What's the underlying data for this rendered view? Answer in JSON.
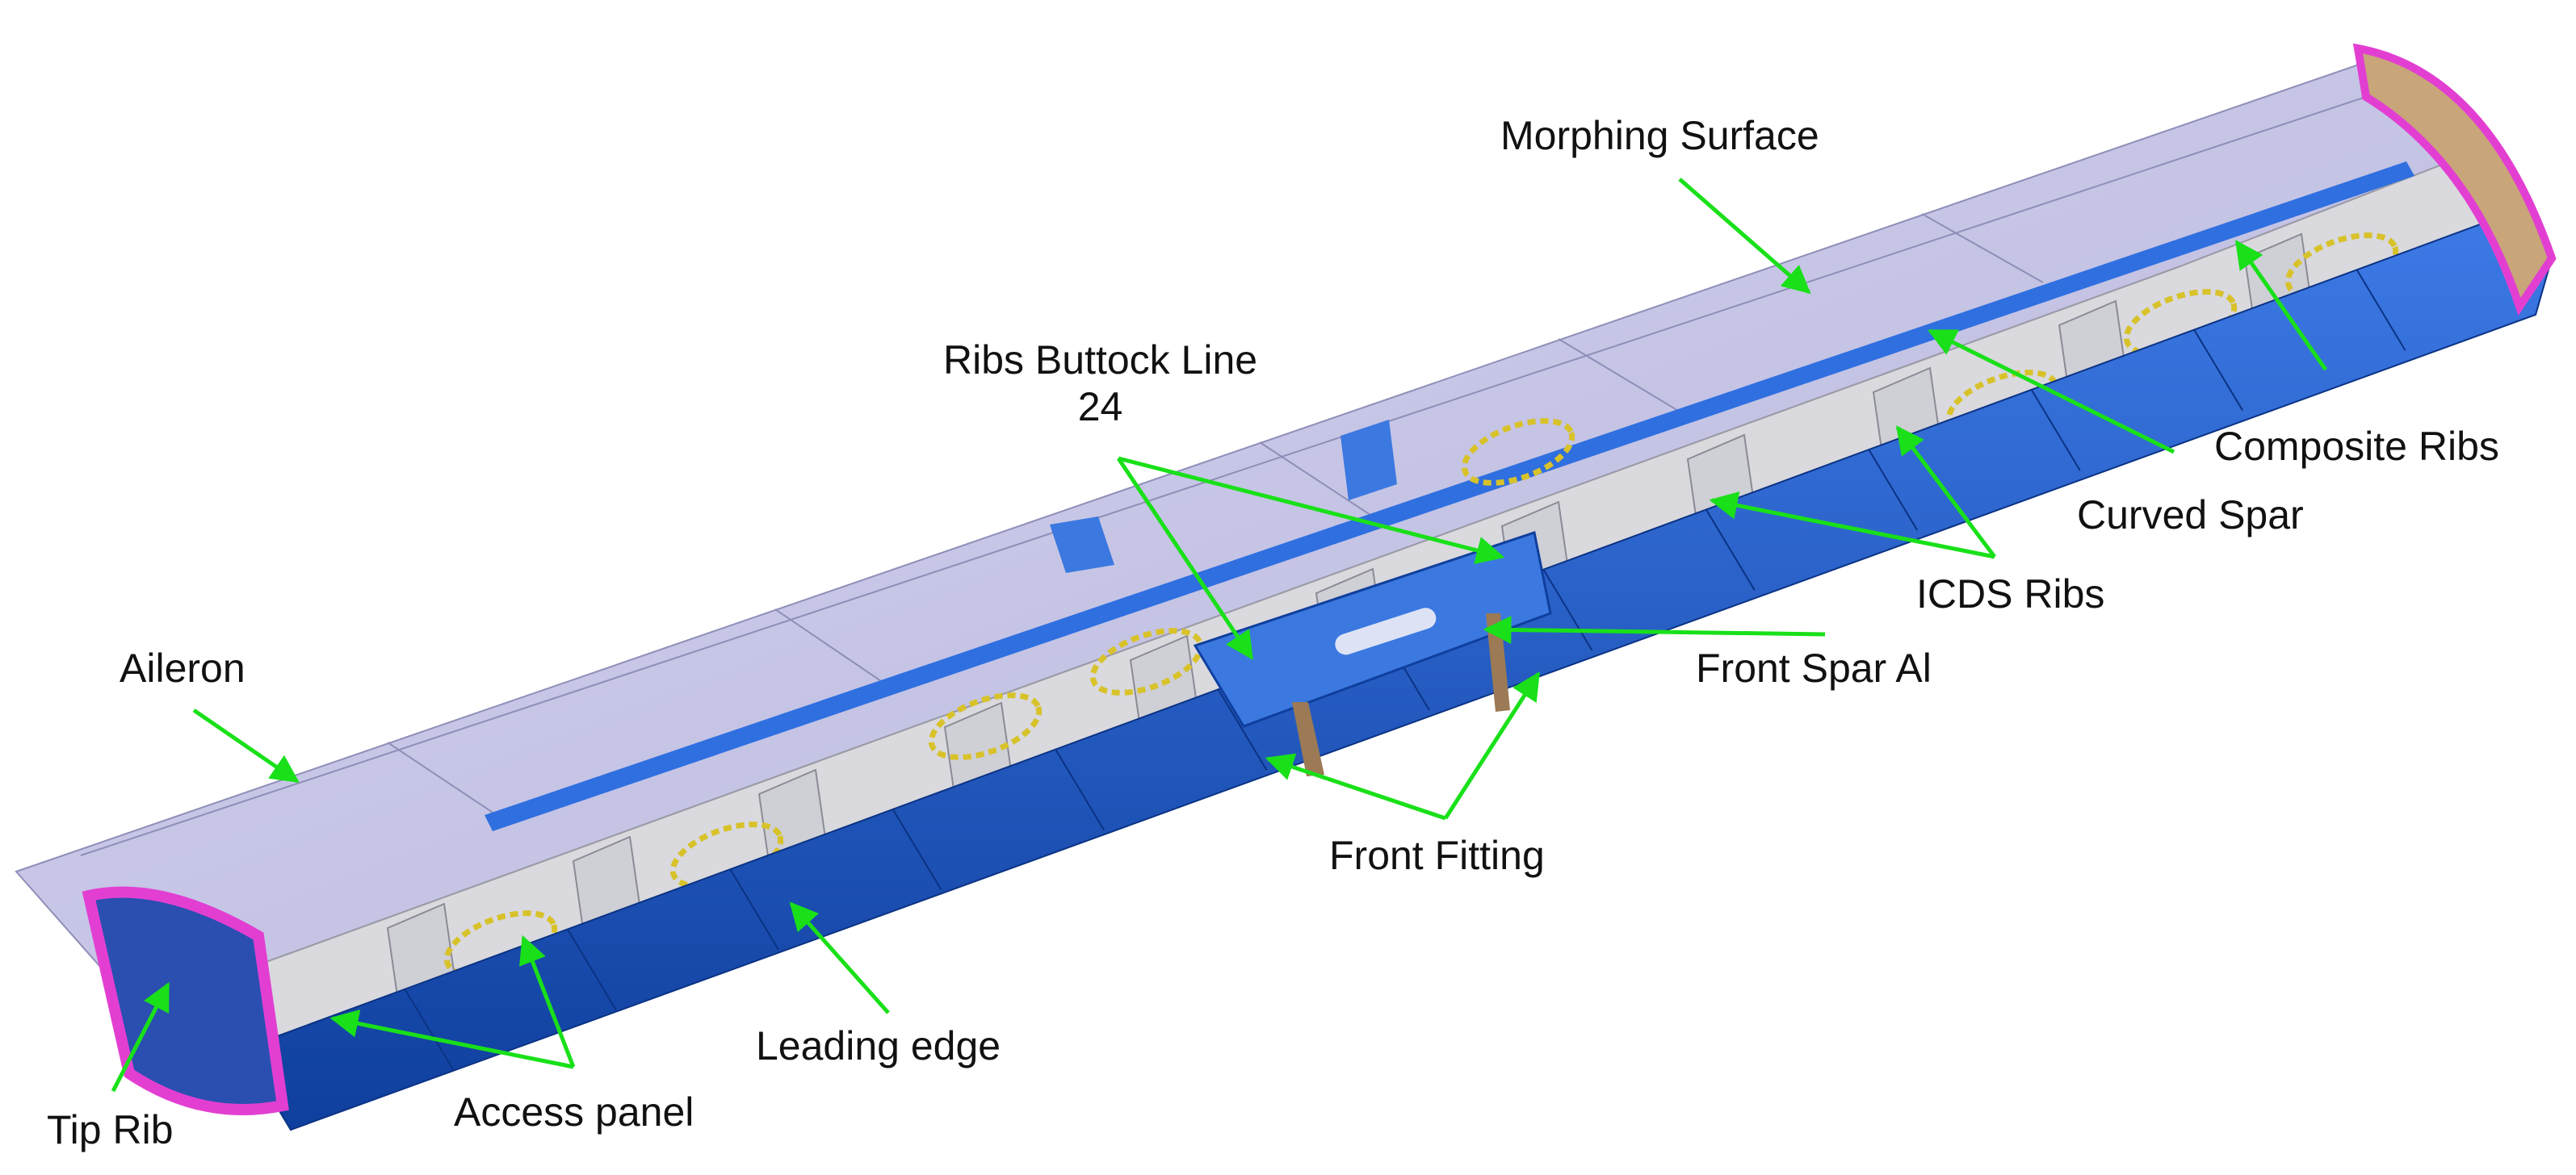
{
  "colors": {
    "skin": "#c9c8e8",
    "skin_dark": "#a9a8cf",
    "structure": "#d8d8dc",
    "leading_edge": "#1e5fd0",
    "leading_edge_dark": "#0f3f9e",
    "tip": "#e23fd2",
    "fitting": "#3b78e0",
    "callout_arrow": "#19e019",
    "cable": "#d8c22a",
    "label": "#111111"
  },
  "labels": {
    "morphing_surface": "Morphing Surface",
    "ribs_buttock_line_1": "Ribs Buttock Line",
    "ribs_buttock_line_2": "24",
    "composite_ribs": "Composite Ribs",
    "curved_spar": "Curved Spar",
    "icds_ribs": "ICDS Ribs",
    "front_spar_al": "Front Spar Al",
    "aileron": "Aileron",
    "front_fitting": "Front Fitting",
    "leading_edge": "Leading edge",
    "access_panel": "Access panel",
    "tip_rib": "Tip Rib"
  }
}
